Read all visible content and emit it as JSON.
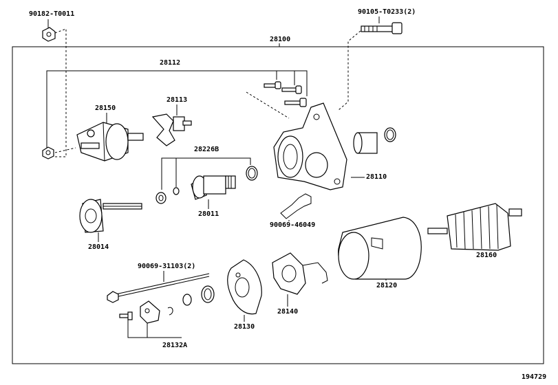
{
  "figure_id": "194729",
  "labels": {
    "top_nut": "90182-T0011",
    "top_bolt": "90105-T0233(2)",
    "assembly": "28100",
    "bolts_group": "28112",
    "solenoid": "28150",
    "lever": "28113",
    "clutch_kit": "28226B",
    "housing": "28110",
    "clutch": "28011",
    "hose": "90069-46049",
    "gear_shaft": "28014",
    "armature": "28160",
    "through_bolt": "90069-31103(2)",
    "yoke": "28120",
    "brush_holder": "28140",
    "end_frame": "28130",
    "cover_kit": "28132A"
  }
}
